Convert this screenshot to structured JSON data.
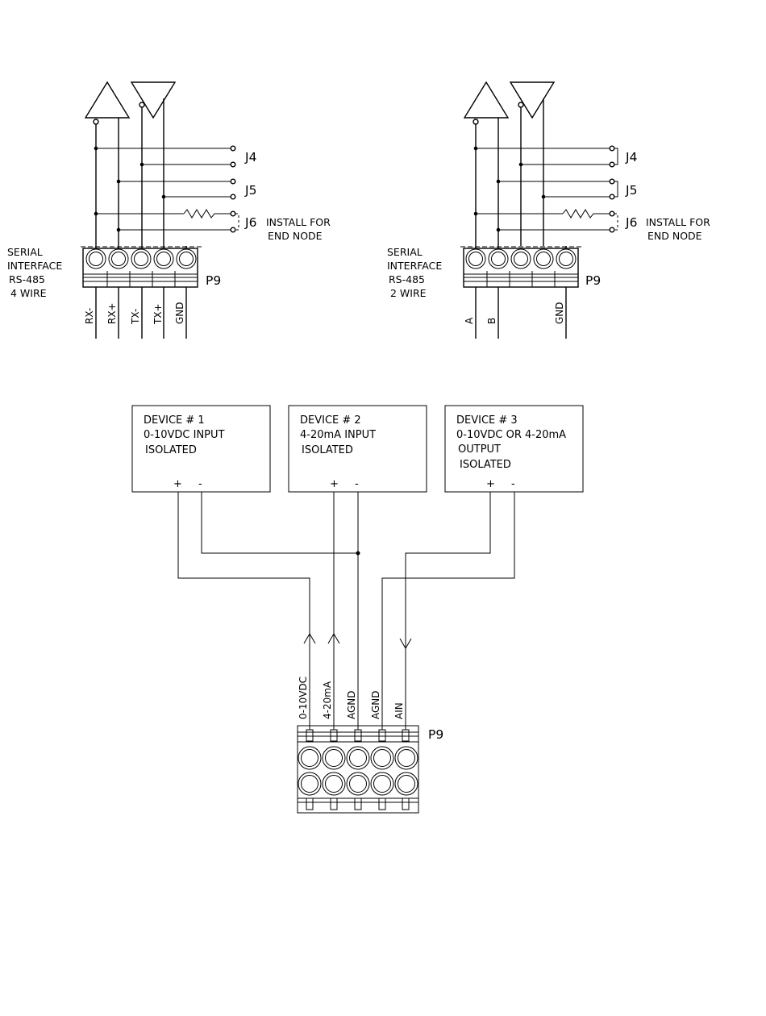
{
  "diagram_4wire": {
    "jumpers": [
      "J4",
      "J5",
      "J6"
    ],
    "j6_note": [
      "INSTALL FOR",
      "END NODE"
    ],
    "interface_label": [
      "SERIAL",
      "INTERFACE",
      "RS-485",
      "4 WIRE"
    ],
    "connector": "P9",
    "pins": [
      "RX-",
      "RX+",
      "TX-",
      "TX+",
      "GND"
    ]
  },
  "diagram_2wire": {
    "jumpers": [
      "J4",
      "J5",
      "J6"
    ],
    "j6_note": [
      "INSTALL FOR",
      "END NODE"
    ],
    "interface_label": [
      "SERIAL",
      "INTERFACE",
      "RS-485",
      "2 WIRE"
    ],
    "connector": "P9",
    "pins": [
      "A",
      "B",
      "GND"
    ]
  },
  "analog_diagram": {
    "devices": [
      {
        "lines": [
          "DEVICE # 1",
          "0-10VDC INPUT",
          "ISOLATED"
        ],
        "plus": "+",
        "minus": "-"
      },
      {
        "lines": [
          "DEVICE # 2",
          "4-20mA INPUT",
          "ISOLATED"
        ],
        "plus": "+",
        "minus": "-"
      },
      {
        "lines": [
          "DEVICE # 3",
          "0-10VDC OR 4-20mA",
          "OUTPUT",
          "ISOLATED"
        ],
        "plus": "+",
        "minus": "-"
      }
    ],
    "connector": "P9",
    "pins": [
      "0-10VDC",
      "4-20mA",
      "AGND",
      "AGND",
      "AIN"
    ]
  }
}
